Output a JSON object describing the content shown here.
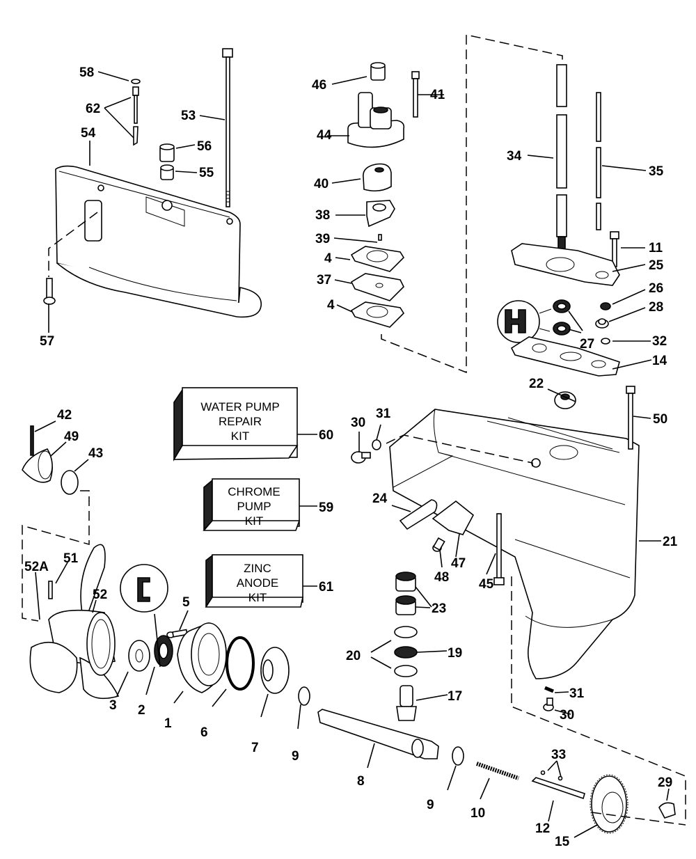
{
  "title": "Gearcase exploded parts diagram",
  "labels": {
    "p1": "1",
    "p2": "2",
    "p3": "3",
    "p4a": "4",
    "p4b": "4",
    "p5": "5",
    "p6": "6",
    "p7": "7",
    "p8": "8",
    "p9a": "9",
    "p9b": "9",
    "p10": "10",
    "p11": "11",
    "p12": "12",
    "p14": "14",
    "p15": "15",
    "p17": "17",
    "p19": "19",
    "p20": "20",
    "p21": "21",
    "p22": "22",
    "p23": "23",
    "p24": "24",
    "p25": "25",
    "p26": "26",
    "p27": "27",
    "p28": "28",
    "p29": "29",
    "p30a": "30",
    "p30b": "30",
    "p31a": "31",
    "p31b": "31",
    "p32": "32",
    "p33": "33",
    "p34": "34",
    "p35": "35",
    "p37": "37",
    "p38": "38",
    "p39": "39",
    "p40": "40",
    "p41": "41",
    "p42": "42",
    "p43": "43",
    "p44": "44",
    "p45": "45",
    "p46": "46",
    "p47": "47",
    "p48": "48",
    "p49": "49",
    "p50": "50",
    "p51": "51",
    "p52": "52",
    "p52a": "52A",
    "p53": "53",
    "p54": "54",
    "p55": "55",
    "p56": "56",
    "p57": "57",
    "p58": "58",
    "p59": "59",
    "p60": "60",
    "p61": "61",
    "p62": "62"
  },
  "kits": {
    "water_pump": {
      "line1": "WATER PUMP",
      "line2": "REPAIR",
      "line3": "KIT",
      "ref": "60"
    },
    "chrome_pump": {
      "line1": "CHROME",
      "line2": "PUMP",
      "line3": "KIT",
      "ref": "59"
    },
    "zinc_anode": {
      "line1": "ZINC",
      "line2": "ANODE",
      "line3": "KIT",
      "ref": "61"
    }
  }
}
